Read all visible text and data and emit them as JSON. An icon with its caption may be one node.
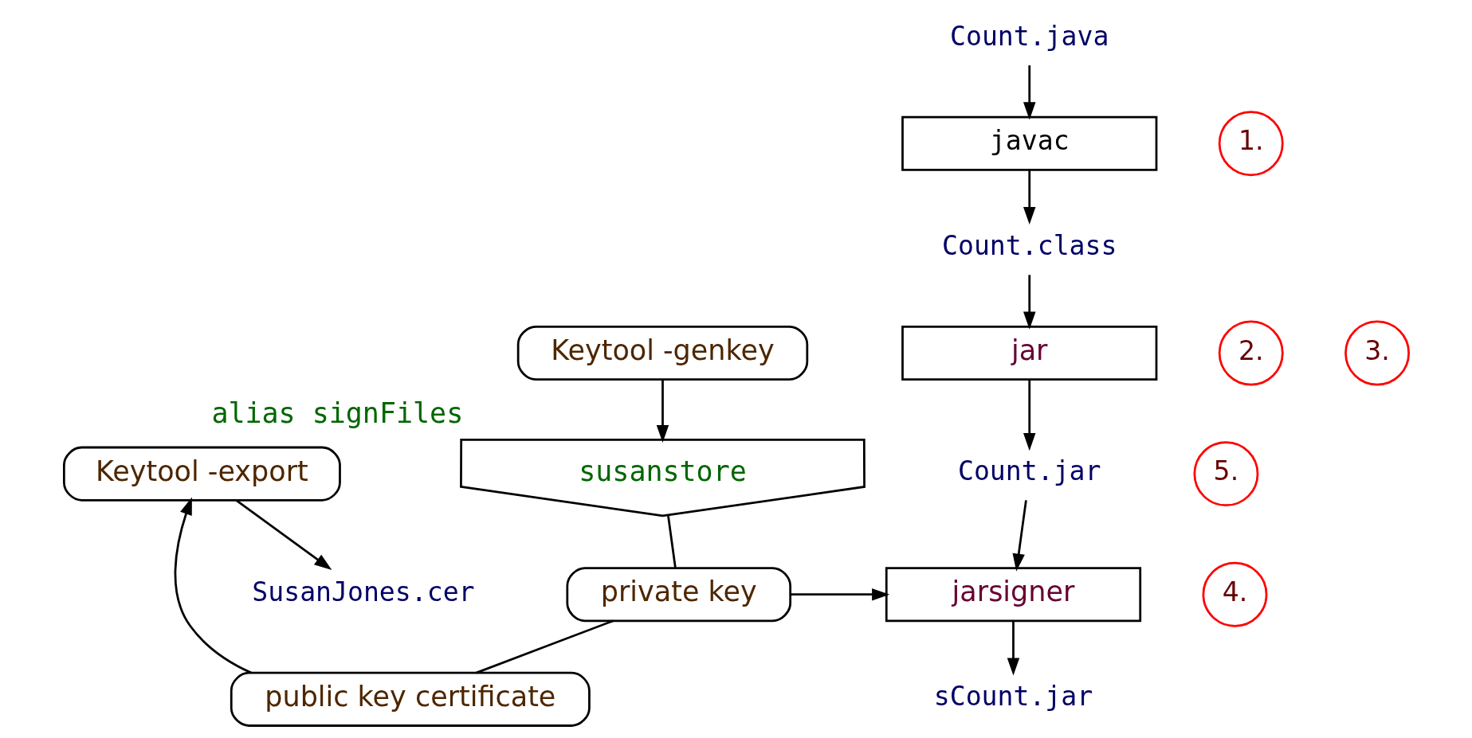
{
  "diagram": {
    "nodes": [
      {
        "text": [
          "Count.java"
        ]
      },
      {
        "text": [
          "javac"
        ]
      },
      {
        "text": [
          "Count.class"
        ]
      },
      {
        "text": [
          "jar"
        ]
      },
      {
        "text": [
          "Count.jar"
        ]
      },
      {
        "text": [
          "jarsigner"
        ]
      },
      {
        "text": [
          "sCount.jar"
        ]
      },
      {
        "text": [
          "Keytool -genkey"
        ]
      },
      {
        "text": [
          "susanstore"
        ],
        "beside": [
          "alias signFiles"
        ]
      },
      {
        "text": [
          "private key"
        ]
      },
      {
        "text": [
          "public key certificate"
        ]
      },
      {
        "text": [
          "Keytool -export"
        ]
      },
      {
        "text": [
          "SusanJones.cer"
        ]
      }
    ],
    "edges": [
      {
        "from": 0,
        "to": 1,
        "arrow": "to"
      },
      {
        "from": 1,
        "to": 2,
        "arrow": "to"
      },
      {
        "from": 2,
        "to": 3,
        "arrow": "to"
      },
      {
        "from": 3,
        "to": 4,
        "arrow": "to"
      },
      {
        "from": 4,
        "to": 5,
        "arrow": "to"
      },
      {
        "from": 5,
        "to": 6,
        "arrow": "to"
      },
      {
        "from": 7,
        "to": 8,
        "arrow": "to"
      },
      {
        "from": 8,
        "to": 9,
        "arrow": "none"
      },
      {
        "from": 9,
        "to": 5,
        "arrow": "to"
      },
      {
        "from": 9,
        "to": 10,
        "arrow": "none"
      },
      {
        "from": 10,
        "to": 11,
        "arrow": "to"
      },
      {
        "from": 11,
        "to": 12,
        "arrow": "to"
      }
    ],
    "labels": [
      "1.",
      "2.",
      "3.",
      "4.",
      "5."
    ]
  }
}
